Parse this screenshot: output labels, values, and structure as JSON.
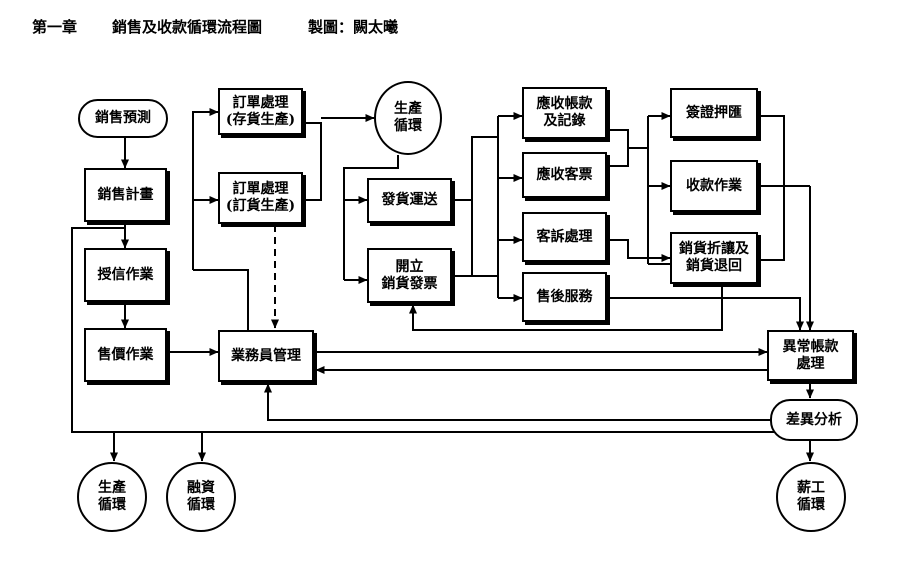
{
  "header": {
    "chapter": "第一章",
    "title": "銷售及收款循環流程圖",
    "author": "製圖：闕太曦"
  },
  "nodes": {
    "sales_forecast": [
      "銷售預測"
    ],
    "sales_plan": [
      "銷售計畫"
    ],
    "credit_ops": [
      "授信作業"
    ],
    "pricing_ops": [
      "售價作業"
    ],
    "order_stock": [
      "訂單處理",
      "(存貨生產)"
    ],
    "order_produce": [
      "訂單處理",
      "(訂貨生產)"
    ],
    "production_cycle_top": [
      "生產",
      "循環"
    ],
    "shipping": [
      "發貨運送"
    ],
    "issue_invoice": [
      "開立",
      "銷貨發票"
    ],
    "sales_staff_mgmt": [
      "業務員管理"
    ],
    "receivables_records": [
      "應收帳款",
      "及記錄"
    ],
    "notes_receivable": [
      "應收客票"
    ],
    "complaints": [
      "客訴處理"
    ],
    "after_sales": [
      "售後服務"
    ],
    "endorse_deposit": [
      "簽證押匯"
    ],
    "collection_ops": [
      "收款作業"
    ],
    "discount_returns": [
      "銷貨折讓及",
      "銷貨退回"
    ],
    "abnormal_accounts": [
      "異常帳款",
      "處理"
    ],
    "variance_analysis": [
      "差異分析"
    ],
    "production_cycle_bottom": [
      "生產",
      "循環"
    ],
    "financing_cycle": [
      "融資",
      "循環"
    ],
    "payroll_cycle": [
      "薪工",
      "循環"
    ]
  }
}
